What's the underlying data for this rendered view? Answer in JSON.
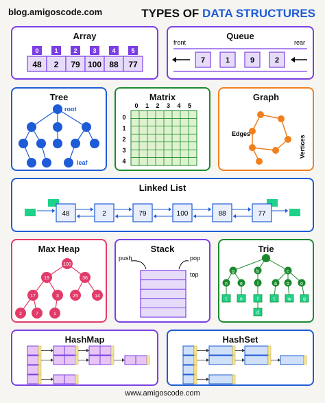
{
  "header": {
    "site": "blog.amigoscode.com",
    "title_prefix": "TYPES OF ",
    "title_highlight": "DATA STRUCTURES"
  },
  "footer": {
    "site": "www.amigoscode.com"
  },
  "colors": {
    "purple": "#7b3fe4",
    "blue": "#1e5bd6",
    "green": "#1b8a2e",
    "orange": "#f07f1c",
    "pink": "#e23b6a",
    "lavender_fill": "#e6dcfa",
    "yellow": "#f3e69a",
    "teal": "#1ed28a"
  },
  "array": {
    "title": "Array",
    "indices": [
      "0",
      "1",
      "2",
      "3",
      "4",
      "5"
    ],
    "values": [
      "48",
      "2",
      "79",
      "100",
      "88",
      "77"
    ]
  },
  "queue": {
    "title": "Queue",
    "front": "front",
    "rear": "rear",
    "values": [
      "7",
      "1",
      "9",
      "2"
    ]
  },
  "tree": {
    "title": "Tree",
    "root": "root",
    "leaf": "leaf"
  },
  "matrix": {
    "title": "Matrix",
    "cols": [
      "0",
      "1",
      "2",
      "3",
      "4",
      "5"
    ],
    "rows": [
      "0",
      "1",
      "2",
      "3",
      "4"
    ]
  },
  "graph": {
    "title": "Graph",
    "edges": "Edges",
    "vertices": "Vertices"
  },
  "linked_list": {
    "title": "Linked List",
    "values": [
      "48",
      "2",
      "79",
      "100",
      "88",
      "77"
    ]
  },
  "max_heap": {
    "title": "Max Heap",
    "nodes": [
      "100",
      "19",
      "36",
      "17",
      "3",
      "25",
      "14",
      "2",
      "7",
      "1"
    ]
  },
  "stack": {
    "title": "Stack",
    "push": "push",
    "pop": "pop",
    "top": "top"
  },
  "trie": {
    "title": "Trie",
    "level1": [
      "g",
      "b",
      "c"
    ],
    "level2": [
      "n",
      "e",
      "l",
      "a",
      "o",
      "o"
    ],
    "level3": [
      "t",
      "e",
      "f",
      "t",
      "w",
      "g"
    ],
    "level4": [
      "d"
    ]
  },
  "hashmap": {
    "title": "HashMap"
  },
  "hashset": {
    "title": "HashSet"
  }
}
